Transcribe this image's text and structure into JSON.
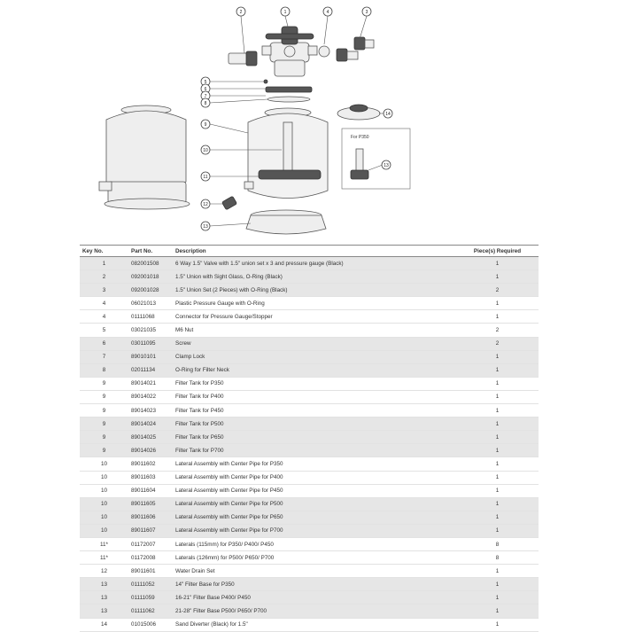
{
  "diagram": {
    "callouts": [
      "2",
      "1",
      "3",
      "4",
      "5",
      "6",
      "7",
      "8",
      "9",
      "10",
      "11",
      "12",
      "13",
      "14"
    ],
    "inset_label": "For P350",
    "inset_callout": "13"
  },
  "table": {
    "headers": {
      "key": "Key No.",
      "part": "Part No.",
      "desc": "Description",
      "qty": "Piece(s) Required"
    },
    "rows": [
      {
        "key": "1",
        "part": "082001508",
        "desc": "6 Way 1.5\" Valve with 1.5\" union set x 3 and pressure gauge (Black)",
        "qty": "1",
        "shade": true
      },
      {
        "key": "2",
        "part": "092001018",
        "desc": "1.5\" Union with Sight Glass, O-Ring (Black)",
        "qty": "1",
        "shade": true
      },
      {
        "key": "3",
        "part": "092001028",
        "desc": "1.5\" Union Set (2 Pieces) with O-Ring (Black)",
        "qty": "2",
        "shade": true
      },
      {
        "key": "4",
        "part": "06021013",
        "desc": "Plastic Pressure Gauge with O-Ring",
        "qty": "1",
        "shade": false
      },
      {
        "key": "4",
        "part": "01111068",
        "desc": "Connector for Pressure Gauge/Stopper",
        "qty": "1",
        "shade": false
      },
      {
        "key": "5",
        "part": "03021035",
        "desc": "M6 Nut",
        "qty": "2",
        "shade": false
      },
      {
        "key": "6",
        "part": "03011095",
        "desc": "Screw",
        "qty": "2",
        "shade": true
      },
      {
        "key": "7",
        "part": "89010101",
        "desc": "Clamp Lock",
        "qty": "1",
        "shade": true
      },
      {
        "key": "8",
        "part": "02011134",
        "desc": "O-Ring for Filter Neck",
        "qty": "1",
        "shade": true
      },
      {
        "key": "9",
        "part": "89014021",
        "desc": "Filter Tank for P350",
        "qty": "1",
        "shade": false
      },
      {
        "key": "9",
        "part": "89014022",
        "desc": "Filter Tank for P400",
        "qty": "1",
        "shade": false
      },
      {
        "key": "9",
        "part": "89014023",
        "desc": "Filter Tank for P450",
        "qty": "1",
        "shade": false
      },
      {
        "key": "9",
        "part": "89014024",
        "desc": "Filter Tank for P500",
        "qty": "1",
        "shade": true
      },
      {
        "key": "9",
        "part": "89014025",
        "desc": "Filter Tank for P650",
        "qty": "1",
        "shade": true
      },
      {
        "key": "9",
        "part": "89014026",
        "desc": "Filter Tank for P700",
        "qty": "1",
        "shade": true
      },
      {
        "key": "10",
        "part": "89011602",
        "desc": "Lateral Assembly with Center Pipe for P350",
        "qty": "1",
        "shade": false
      },
      {
        "key": "10",
        "part": "89011603",
        "desc": "Lateral Assembly with Center Pipe for P400",
        "qty": "1",
        "shade": false
      },
      {
        "key": "10",
        "part": "89011604",
        "desc": "Lateral Assembly with Center Pipe for P450",
        "qty": "1",
        "shade": false
      },
      {
        "key": "10",
        "part": "89011605",
        "desc": "Lateral Assembly with Center Pipe for P500",
        "qty": "1",
        "shade": true
      },
      {
        "key": "10",
        "part": "89011606",
        "desc": "Lateral Assembly with Center Pipe for P650",
        "qty": "1",
        "shade": true
      },
      {
        "key": "10",
        "part": "89011607",
        "desc": "Lateral Assembly with Center Pipe for P700",
        "qty": "1",
        "shade": true
      },
      {
        "key": "11*",
        "part": "01172007",
        "desc": "Laterals (115mm) for P350/ P400/ P450",
        "qty": "8",
        "shade": false
      },
      {
        "key": "11*",
        "part": "01172008",
        "desc": "Laterals (126mm) for P500/ P650/ P700",
        "qty": "8",
        "shade": false
      },
      {
        "key": "12",
        "part": "89011601",
        "desc": "Water Drain Set",
        "qty": "1",
        "shade": false
      },
      {
        "key": "13",
        "part": "01111052",
        "desc": "14\" Filter Base for P350",
        "qty": "1",
        "shade": true
      },
      {
        "key": "13",
        "part": "01111059",
        "desc": "16-21\" Filter Base P400/ P450",
        "qty": "1",
        "shade": true
      },
      {
        "key": "13",
        "part": "01111062",
        "desc": "21-28\" Filter Base P500/ P650/ P700",
        "qty": "1",
        "shade": true
      },
      {
        "key": "14",
        "part": "01015006",
        "desc": "Sand Diverter (Black) for 1.5\"",
        "qty": "1",
        "shade": false
      }
    ]
  }
}
